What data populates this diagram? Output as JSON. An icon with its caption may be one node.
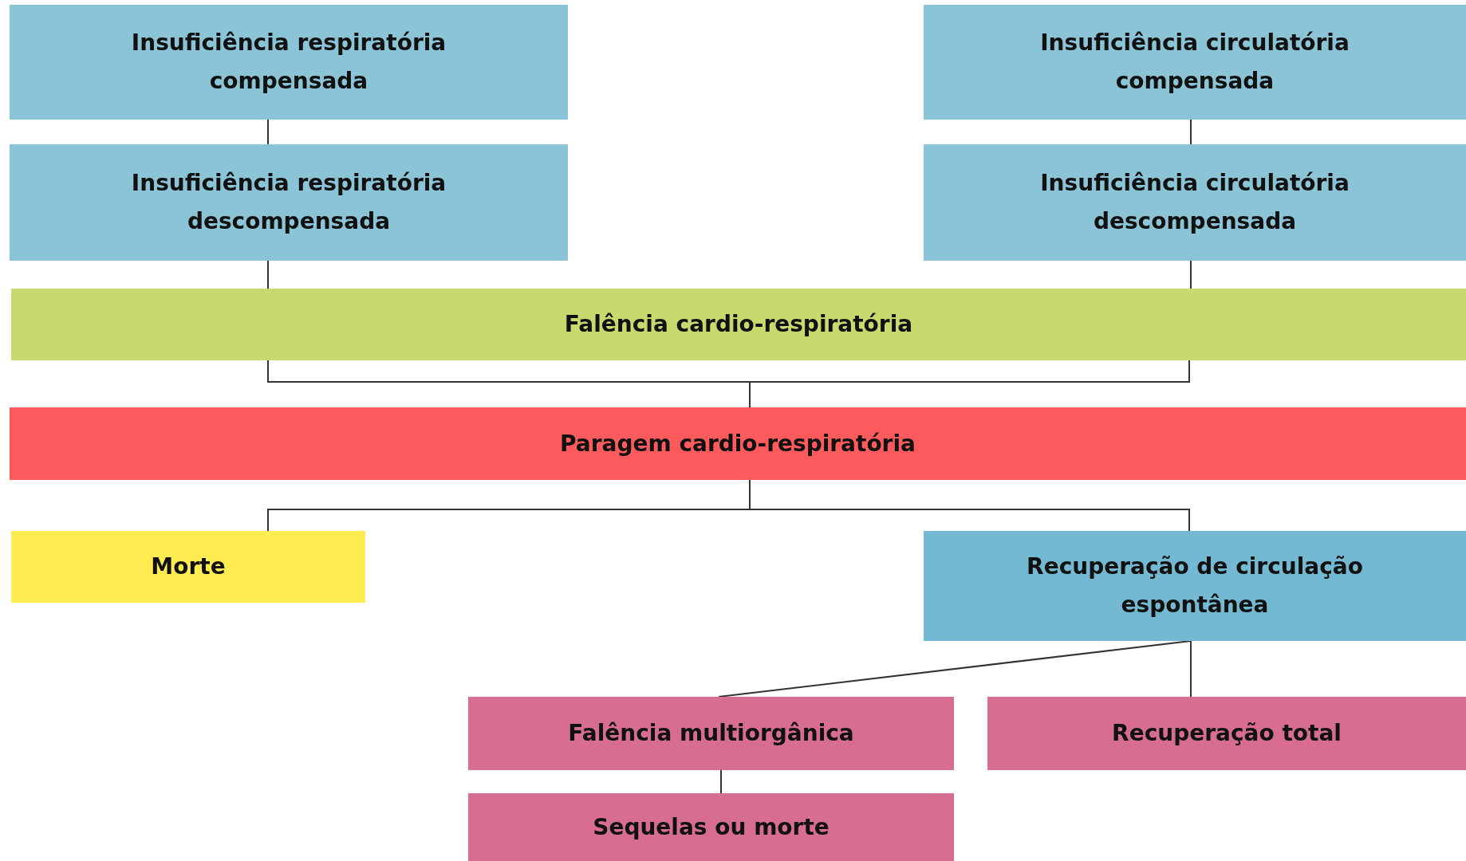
{
  "diagram": {
    "nodes": [
      {
        "text": [
          "Insuficiência respiratória compensada"
        ]
      },
      {
        "text": [
          "Insuficiência circulatória compensada"
        ]
      },
      {
        "text": [
          "Insuficiência respiratória descompensada"
        ]
      },
      {
        "text": [
          "Insuficiência circulatória descompensada"
        ]
      },
      {
        "text": [
          "Falência cardio-respiratória"
        ]
      },
      {
        "text": [
          "Paragem cardio-respiratória"
        ]
      },
      {
        "text": [
          "Morte"
        ]
      },
      {
        "text": [
          "Recuperação de circulação espontânea"
        ]
      },
      {
        "text": [
          "Falência multiorgânica"
        ]
      },
      {
        "text": [
          "Recuperação total"
        ]
      },
      {
        "text": [
          "Sequelas ou morte"
        ]
      }
    ],
    "edges": [
      {
        "from": 0,
        "to": 2,
        "arrow": "none"
      },
      {
        "from": 1,
        "to": 3,
        "arrow": "none"
      },
      {
        "from": 2,
        "to": 4,
        "arrow": "none"
      },
      {
        "from": 3,
        "to": 4,
        "arrow": "none"
      },
      {
        "from": 4,
        "to": 5,
        "arrow": "none"
      },
      {
        "from": 5,
        "to": 6,
        "arrow": "none"
      },
      {
        "from": 5,
        "to": 7,
        "arrow": "none"
      },
      {
        "from": 7,
        "to": 8,
        "arrow": "none"
      },
      {
        "from": 7,
        "to": 9,
        "arrow": "none"
      },
      {
        "from": 8,
        "to": 10,
        "arrow": "none"
      }
    ]
  }
}
